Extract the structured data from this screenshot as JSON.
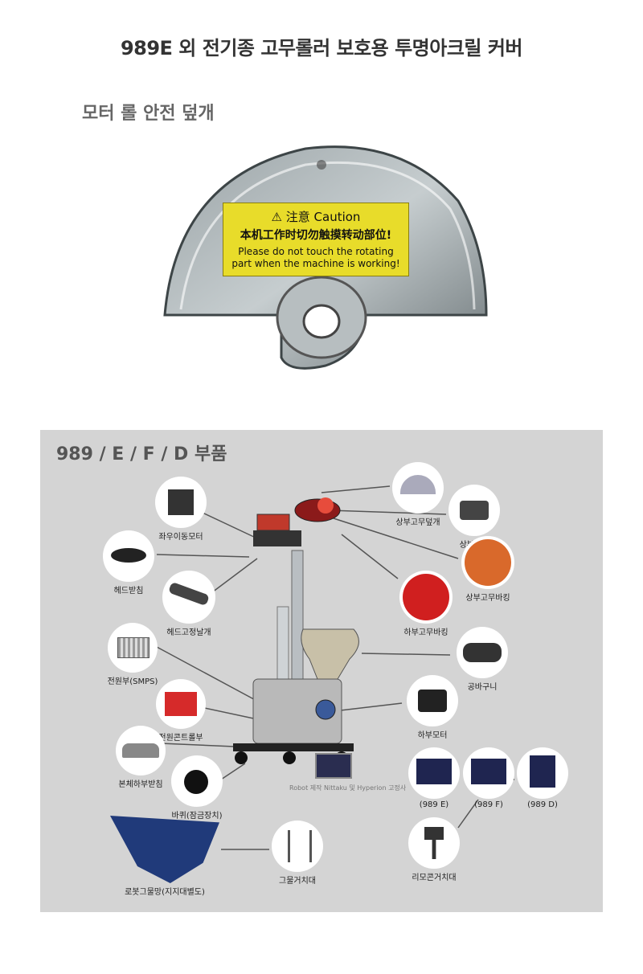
{
  "header": {
    "title": "989E 외 전기종 고무롤러 보호용 투명아크릴 커버",
    "subtitle": "모터 롤 안전 덮개"
  },
  "caution_label": {
    "line1": "⚠ 注意 Caution",
    "line2": "本机工作时切勿触摸转动部位!",
    "line3": "Please do not touch the rotating",
    "line4": "part when the machine is working!"
  },
  "parts_panel": {
    "title": "989 / E / F / D 부품",
    "machine_caption": "Robot 제작 Nittaku 및 Hyperion 고정사",
    "items": {
      "left_right_motor": "좌우이동모터",
      "head_support": "헤드받침",
      "head_fixing_wing": "헤드고정날개",
      "smps": "전원부(SMPS)",
      "power_control": "전원콘트롤부",
      "body_lower_support": "본체하부받침",
      "wheel": "바퀴(잠금장치)",
      "net": "로봇그물망(지지대별도)",
      "net_holder": "그물거치대",
      "upper_cover": "상부고무덮개",
      "upper_motor": "상부모터",
      "upper_rubber_packing": "상부고무바킹",
      "lower_rubber_packing": "하부고무바킹",
      "ball_basket": "공바구니",
      "lower_motor": "하부모터",
      "remote_e": "(989 E)",
      "remote_f": "(989 F)",
      "remote_d": "(989 D)",
      "remote_holder": "리모콘거치대"
    }
  }
}
